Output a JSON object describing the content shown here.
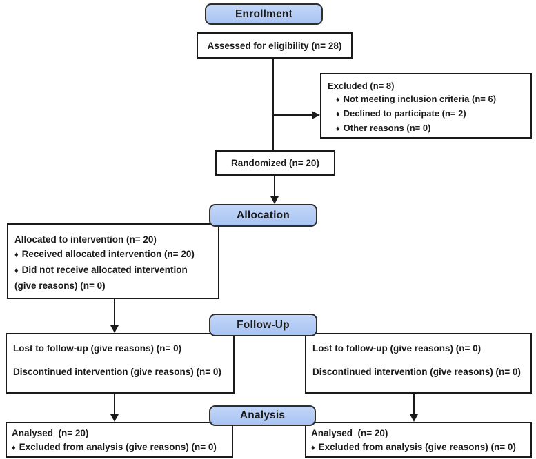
{
  "headers": {
    "enrollment": "Enrollment",
    "allocation": "Allocation",
    "followup": "Follow-Up",
    "analysis": "Analysis"
  },
  "glyphs": {
    "bullet": "♦"
  },
  "assessed": {
    "text": "Assessed for eligibility (n= 28)"
  },
  "excluded": {
    "title": "Excluded (n= 8)",
    "items": [
      "Not meeting inclusion criteria (n= 6)",
      "Declined to participate (n= 2)",
      "Other reasons (n= 0)"
    ]
  },
  "randomized": {
    "text": "Randomized (n= 20)"
  },
  "allocated": {
    "title": "Allocated to intervention (n= 20)",
    "bullets": [
      "Received allocated intervention (n= 20)",
      "Did not receive allocated intervention"
    ],
    "continuation": "(give reasons) (n= 0)"
  },
  "followup_left": {
    "line1": "Lost to follow-up (give reasons) (n= 0)",
    "line2": "Discontinued intervention (give reasons) (n= 0)"
  },
  "followup_right": {
    "line1": "Lost to follow-up (give reasons) (n= 0)",
    "line2": "Discontinued intervention (give reasons) (n= 0)"
  },
  "analysis_left": {
    "title": "Analysed  (n= 20)",
    "bullet_item": "Excluded from analysis (give reasons) (n= 0)"
  },
  "analysis_right": {
    "title": "Analysed  (n= 20)",
    "bullet_item": "Excluded from analysis (give reasons) (n= 0)"
  },
  "colors": {
    "header_fill": "#aecaf4",
    "header_border": "#2d2d2d",
    "box_border": "#1a1a1a",
    "line": "#1a1a1a",
    "background": "#ffffff"
  }
}
